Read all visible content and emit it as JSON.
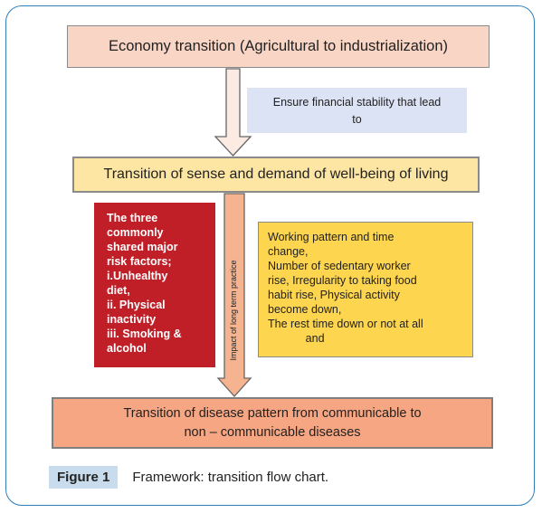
{
  "boxes": {
    "economy": "Economy transition (Agricultural to industrialization)",
    "note_lines": [
      "Ensure financial stability that lead",
      "to"
    ],
    "wellbeing": "Transition of sense and demand of well-being of living",
    "risk_lines": [
      "The three",
      "commonly",
      "shared major",
      "risk factors;",
      "i.Unhealthy",
      "diet,",
      "ii. Physical",
      "inactivity",
      "iii. Smoking &",
      "alcohol"
    ],
    "working_lines": [
      "Working pattern and time",
      "change,",
      "Number of sedentary worker",
      "rise, Irregularity to taking food",
      "habit rise, Physical activity",
      "become down,",
      "The rest time down or not at all",
      "            and"
    ],
    "disease_lines": [
      "Transition of disease pattern from communicable to",
      "non – communicable diseases"
    ]
  },
  "arrow_label": "Impact of long term practice",
  "caption": {
    "label": "Figure 1",
    "text": "Framework: transition flow chart."
  },
  "colors": {
    "frame": "#2e7fb8",
    "economy_box": "#f8d5c4",
    "note_box": "#dce3f4",
    "wellbeing_box": "#fde6a3",
    "risk_box": "#c01f28",
    "working_box": "#fdd54f",
    "disease_box": "#f6a682",
    "arrow1": "#fcebe2",
    "arrow2": "#f6b38f"
  }
}
